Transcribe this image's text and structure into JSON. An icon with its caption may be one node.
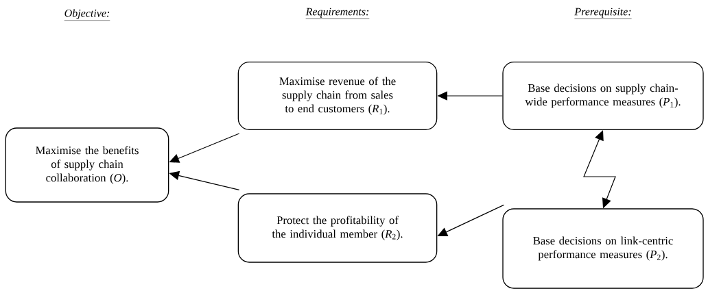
{
  "diagram": {
    "nodes": [
      {
        "text": [
          "Maximise the benefits of supply chain collaboration (*O*)."
        ]
      },
      {
        "text": [
          "Maximise revenue of the supply chain from sales to end customers (*R*$_{1}$)."
        ]
      },
      {
        "text": [
          "Protect the profitability of the individual member (*R*$_{2}$)."
        ]
      },
      {
        "text": [
          "Base decisions on supply chain-wide performance measures (*P*$_{1}$)."
        ]
      },
      {
        "text": [
          "Base decisions on link-centric performance measures (*P*$_{2}$)."
        ]
      }
    ],
    "edges": [
      {
        "from": 1,
        "to": 0,
        "arrow": "to"
      },
      {
        "from": 2,
        "to": 0,
        "arrow": "to"
      },
      {
        "from": 3,
        "to": 1,
        "arrow": "to"
      },
      {
        "from": 4,
        "to": 2,
        "arrow": "to"
      },
      {
        "from": 3,
        "to": 4,
        "arrow": "both"
      }
    ],
    "labels": [
      "Objective:",
      "Requirements:",
      "Prerequisite:"
    ]
  }
}
